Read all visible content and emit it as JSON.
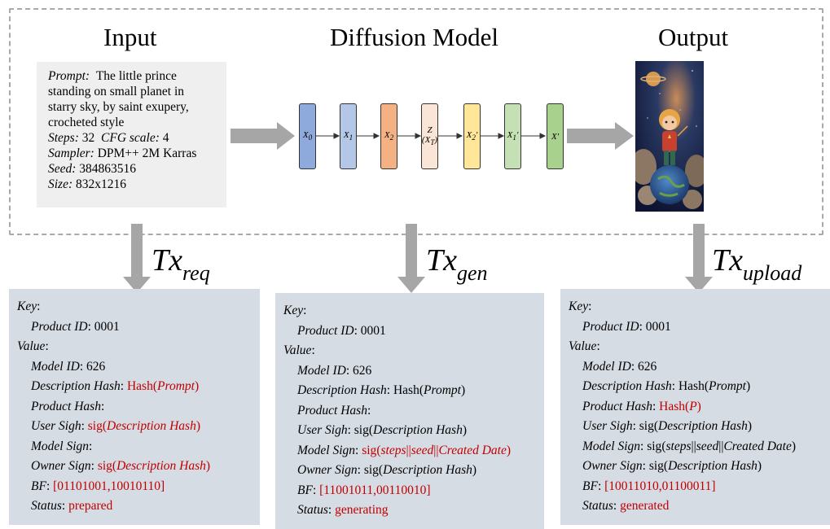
{
  "headings": {
    "input": "Input",
    "model": "Diffusion Model",
    "output": "Output"
  },
  "prompt": {
    "prompt_label": "Prompt:",
    "prompt_lines": [
      "The little prince",
      "standing on small planet in",
      "starry sky, by saint exupery,",
      "crocheted style"
    ],
    "steps_label": "Steps:",
    "steps_value": "32",
    "cfg_label": "CFG scale:",
    "cfg_value": "4",
    "sampler_label": "Sampler:",
    "sampler_value": "DPM++ 2M Karras",
    "seed_label": "Seed:",
    "seed_value": "384863516",
    "size_label": "Size:",
    "size_value": "832x1216"
  },
  "model_blocks": [
    {
      "label": "X0"
    },
    {
      "label": "X1"
    },
    {
      "label": "X2"
    },
    {
      "label": "Z (XT)"
    },
    {
      "label": "X2'"
    },
    {
      "label": "X1'"
    },
    {
      "label": "X'"
    }
  ],
  "tx_labels": {
    "req": [
      "Tx",
      "req"
    ],
    "gen": [
      "Tx",
      "gen"
    ],
    "upload": [
      "Tx",
      "upload"
    ]
  },
  "panels": {
    "key_label": "Key",
    "product_id_label": "Product ID",
    "product_id_value": "0001",
    "value_label": "Value",
    "model_id_label": "Model ID",
    "model_id_value": "626",
    "desc_hash_label": "Description Hash",
    "product_hash_label": "Product Hash",
    "user_sign_label": "User Sigh",
    "model_sign_label": "Model Sign",
    "owner_sign_label": "Owner Sign",
    "bf_label": "BF",
    "status_label": "Status",
    "hash_fn": "Hash",
    "sig_fn": "sig",
    "prompt_arg": "Prompt",
    "p_arg": "P",
    "desc_hash_arg": "Description Hash",
    "steps_arg": "steps",
    "seed_arg": "seed",
    "date_arg": "Created Date",
    "req": {
      "bf": "[01101001,10010110]",
      "status": "prepared"
    },
    "gen": {
      "bf": "[11001011,00110010]",
      "status": "generating"
    },
    "upload": {
      "bf": "[10011010,01100011]",
      "status": "generated"
    }
  },
  "colors": {
    "block_blue": "#8ea9db",
    "block_orange": "#f4b183",
    "block_z": "#fbe5d6",
    "block_yellow": "#ffe699",
    "block_green": "#a9d18e",
    "arrow": "#a6a6a6",
    "panel_bg": "#d6dce4",
    "highlight_red": "#c00000"
  }
}
